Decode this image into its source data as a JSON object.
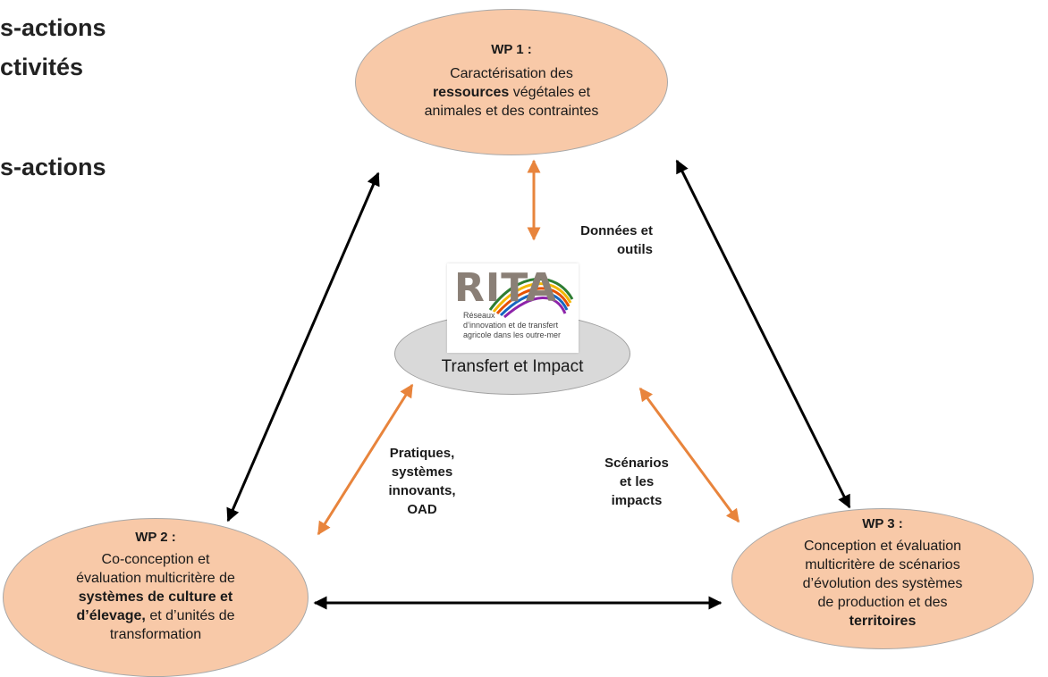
{
  "side_text": {
    "line1": "s-actions",
    "line2": "ctivités",
    "line3": "s-actions"
  },
  "wp1": {
    "title": "WP 1 :",
    "line1": "Caractérisation des",
    "line2_bold": "ressources",
    "line2_rest": " végétales et",
    "line3": "animales et des contraintes"
  },
  "wp2": {
    "title": "WP 2 :",
    "line1": "Co-conception et",
    "line2": "évaluation multicritère de",
    "line3_bold": "systèmes de culture et",
    "line4_bold": "d’élevage,",
    "line4_rest": " et d’unités de",
    "line5": "transformation"
  },
  "wp3": {
    "title": "WP 3 :",
    "line1": "Conception et évaluation",
    "line2": "multicritère de scénarios",
    "line3": "d’évolution des systèmes",
    "line4": "de production et des",
    "line5_bold": "territoires"
  },
  "center": {
    "label": "Transfert et Impact",
    "logo_word": "RITA",
    "logo_line1": "Réseaux",
    "logo_line2": "d’innovation et de transfert",
    "logo_line3": "agricole dans les outre-mer"
  },
  "links": {
    "top_label_1": "Données et",
    "top_label_2": "outils",
    "left_label_1": "Pratiques,",
    "left_label_2": "systèmes",
    "left_label_3": "innovants,",
    "left_label_4": "OAD",
    "right_label_1": "Scénarios",
    "right_label_2": "et les",
    "right_label_3": "impacts"
  },
  "colors": {
    "wp_fill": "#f8c9a8",
    "center_fill": "#d9d9d9",
    "orange_arrow": "#e8843c",
    "black_arrow": "#000000"
  }
}
